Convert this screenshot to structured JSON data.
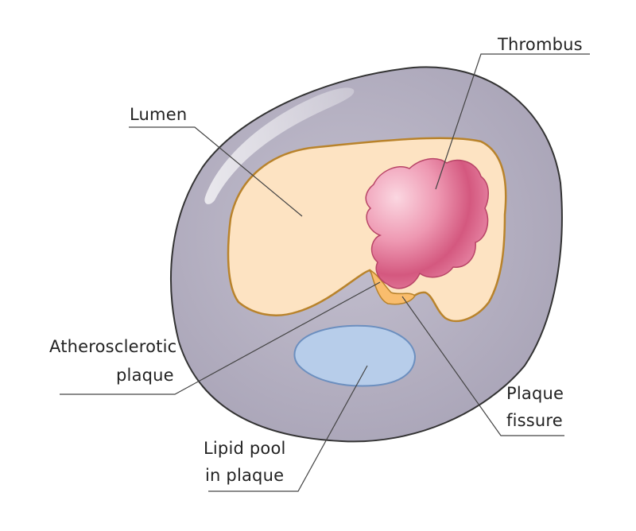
{
  "labels": {
    "thrombus": "Thrombus",
    "lumen": "Lumen",
    "atherosclerotic_plaque": [
      "Atherosclerotic",
      "plaque"
    ],
    "plaque_fissure": [
      "Plaque",
      "fissure"
    ],
    "lipid_pool": [
      "Lipid pool",
      "in plaque"
    ]
  },
  "colors": {
    "vessel_wall": "#b9b5c5",
    "vessel_outline": "#333333",
    "lumen_fill": "#fde3c2",
    "lumen_outline": "#b9832b",
    "thrombus": "#de6f93",
    "thrombus_highlight": "#f7c6d4",
    "plaque": "#f9bd6d",
    "lipid_pool": "#b7cdea",
    "lipid_outline": "#6c8fbf",
    "leader_line": "#444444",
    "label_text": "#222222"
  }
}
